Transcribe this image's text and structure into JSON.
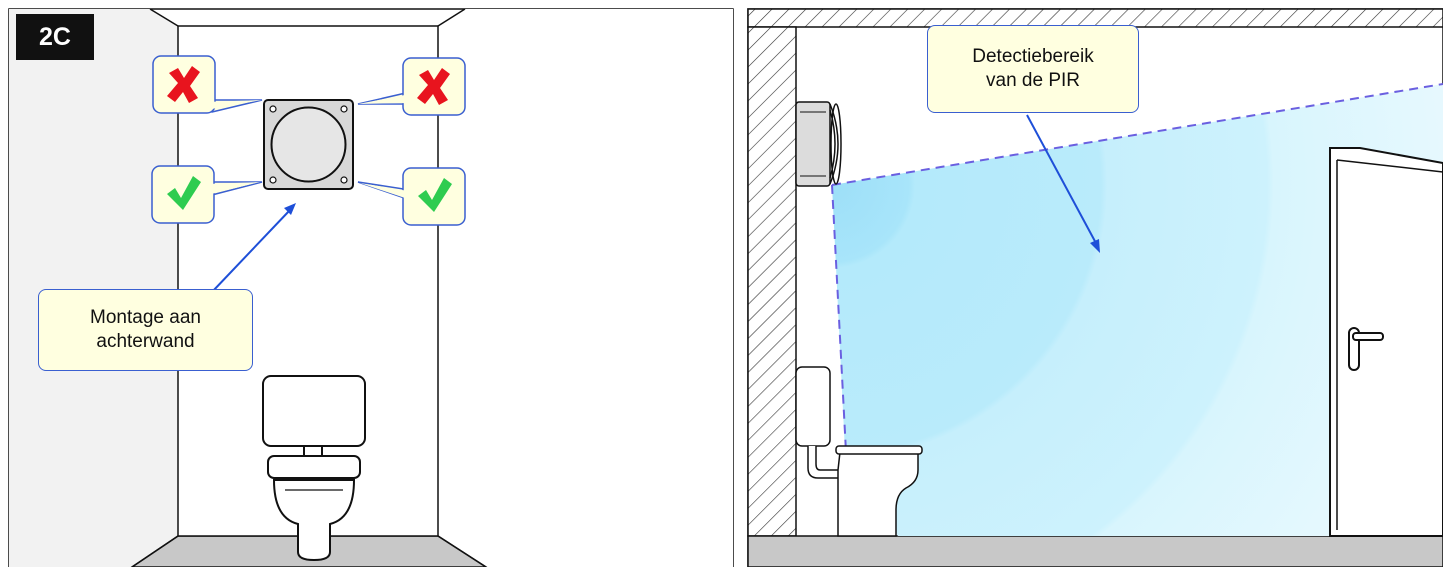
{
  "step_label": "2C",
  "left_panel": {
    "callout": {
      "line1": "Montage aan",
      "line2": "achterwand"
    },
    "marks": {
      "top_left": "cross-icon",
      "top_right": "cross-icon",
      "bottom_left": "checkmark-icon",
      "bottom_right": "checkmark-icon"
    }
  },
  "right_panel": {
    "callout": {
      "line1": "Detectiebereik",
      "line2": "van de PIR"
    }
  },
  "colors": {
    "callout_fill": "#ffffe0",
    "callout_border": "#3a5fd0",
    "wrong": "#e8141e",
    "correct": "#2ecc50",
    "floor": "#c8c8c8",
    "detection_zone": "#bfeefc",
    "detection_edge": "#6a5fe0"
  }
}
